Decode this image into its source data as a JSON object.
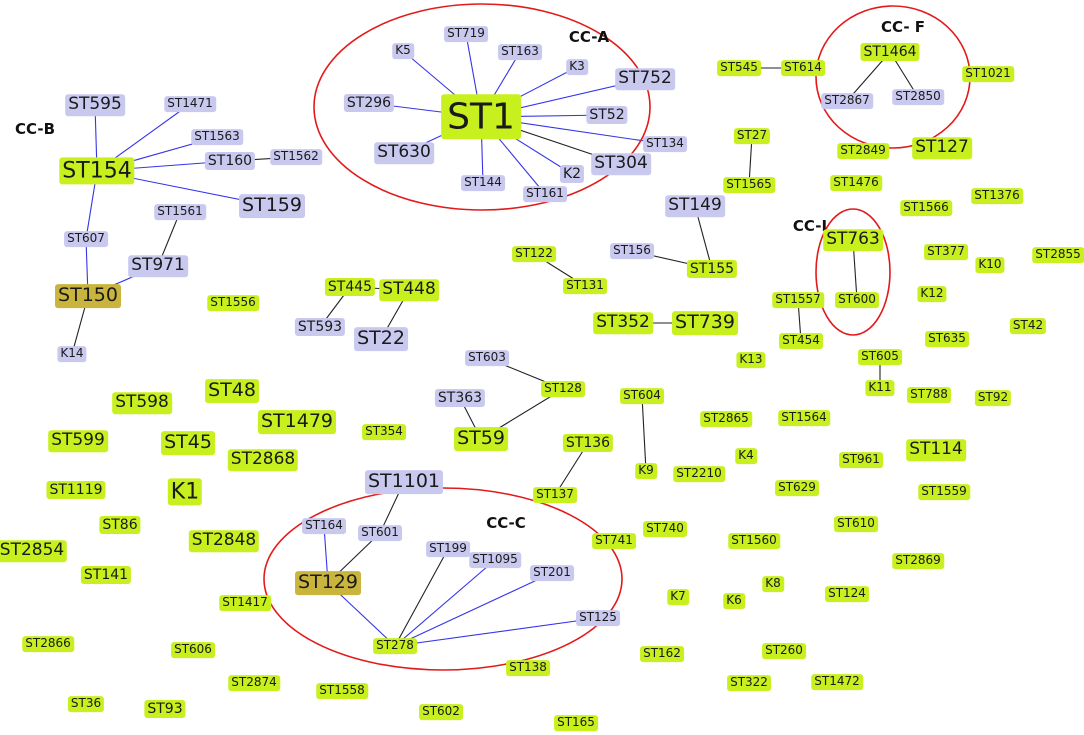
{
  "colors": {
    "founder": "#c8f01e",
    "variant": "#c9c9f0",
    "gold": "#c9b43e",
    "blue_edge": "#3535e8",
    "black_edge": "#222222",
    "cluster": "#e31a1a"
  },
  "clusters": [
    {
      "id": "cc-a",
      "label": "CC-A"
    },
    {
      "id": "cc-b",
      "label": "CC-B"
    },
    {
      "id": "cc-c",
      "label": "CC-C"
    },
    {
      "id": "cc-f",
      "label": "CC- F"
    },
    {
      "id": "cc-i",
      "label": "CC-I"
    }
  ],
  "nodes": [
    {
      "id": "ST1",
      "label": "ST1",
      "color": "founder",
      "size": "xxl"
    },
    {
      "id": "K5",
      "label": "K5",
      "color": "variant",
      "size": "s"
    },
    {
      "id": "ST719",
      "label": "ST719",
      "color": "variant",
      "size": "s"
    },
    {
      "id": "ST163",
      "label": "ST163",
      "color": "variant",
      "size": "s"
    },
    {
      "id": "K3",
      "label": "K3",
      "color": "variant",
      "size": "s"
    },
    {
      "id": "ST752",
      "label": "ST752",
      "color": "variant",
      "size": "l"
    },
    {
      "id": "ST296",
      "label": "ST296",
      "color": "variant",
      "size": "m"
    },
    {
      "id": "ST52",
      "label": "ST52",
      "color": "variant",
      "size": "m"
    },
    {
      "id": "ST134",
      "label": "ST134",
      "color": "variant",
      "size": "s"
    },
    {
      "id": "ST630",
      "label": "ST630",
      "color": "variant",
      "size": "l"
    },
    {
      "id": "ST304",
      "label": "ST304",
      "color": "variant",
      "size": "l"
    },
    {
      "id": "K2",
      "label": "K2",
      "color": "variant",
      "size": "m"
    },
    {
      "id": "ST144",
      "label": "ST144",
      "color": "variant",
      "size": "s"
    },
    {
      "id": "ST161",
      "label": "ST161",
      "color": "variant",
      "size": "s"
    },
    {
      "id": "ST154",
      "label": "ST154",
      "color": "founder",
      "size": "xl"
    },
    {
      "id": "ST595",
      "label": "ST595",
      "color": "variant",
      "size": "l"
    },
    {
      "id": "ST1471",
      "label": "ST1471",
      "color": "variant",
      "size": "s"
    },
    {
      "id": "ST1563",
      "label": "ST1563",
      "color": "variant",
      "size": "s"
    },
    {
      "id": "ST160",
      "label": "ST160",
      "color": "variant",
      "size": "m"
    },
    {
      "id": "ST1562",
      "label": "ST1562",
      "color": "variant",
      "size": "s"
    },
    {
      "id": "ST159",
      "label": "ST159",
      "color": "variant",
      "size": "xl2"
    },
    {
      "id": "ST1561",
      "label": "ST1561",
      "color": "variant",
      "size": "s"
    },
    {
      "id": "ST607",
      "label": "ST607",
      "color": "variant",
      "size": "s"
    },
    {
      "id": "ST971",
      "label": "ST971",
      "color": "variant",
      "size": "l"
    },
    {
      "id": "ST150",
      "label": "ST150",
      "color": "gold",
      "size": "xl2"
    },
    {
      "id": "K14",
      "label": "K14",
      "color": "variant",
      "size": "s"
    },
    {
      "id": "ST1464",
      "label": "ST1464",
      "color": "founder",
      "size": "m"
    },
    {
      "id": "ST2867",
      "label": "ST2867",
      "color": "variant",
      "size": "s"
    },
    {
      "id": "ST2850",
      "label": "ST2850",
      "color": "variant",
      "size": "s"
    },
    {
      "id": "ST763",
      "label": "ST763",
      "color": "founder",
      "size": "l"
    },
    {
      "id": "ST600",
      "label": "ST600",
      "color": "founder",
      "size": "s"
    },
    {
      "id": "ST1101",
      "label": "ST1101",
      "color": "variant",
      "size": "xl2"
    },
    {
      "id": "ST601",
      "label": "ST601",
      "color": "variant",
      "size": "s"
    },
    {
      "id": "ST164",
      "label": "ST164",
      "color": "variant",
      "size": "s"
    },
    {
      "id": "ST129",
      "label": "ST129",
      "color": "gold",
      "size": "xl2"
    },
    {
      "id": "ST199",
      "label": "ST199",
      "color": "variant",
      "size": "s"
    },
    {
      "id": "ST1095",
      "label": "ST1095",
      "color": "variant",
      "size": "s"
    },
    {
      "id": "ST201",
      "label": "ST201",
      "color": "variant",
      "size": "s"
    },
    {
      "id": "ST125",
      "label": "ST125",
      "color": "variant",
      "size": "s"
    },
    {
      "id": "ST278",
      "label": "ST278",
      "color": "founder",
      "size": "s"
    },
    {
      "id": "ST545",
      "label": "ST545",
      "color": "founder",
      "size": "s"
    },
    {
      "id": "ST614",
      "label": "ST614",
      "color": "founder",
      "size": "s"
    },
    {
      "id": "ST1021",
      "label": "ST1021",
      "color": "founder",
      "size": "s"
    },
    {
      "id": "ST27",
      "label": "ST27",
      "color": "founder",
      "size": "s"
    },
    {
      "id": "ST1565",
      "label": "ST1565",
      "color": "founder",
      "size": "s"
    },
    {
      "id": "ST2849",
      "label": "ST2849",
      "color": "founder",
      "size": "s"
    },
    {
      "id": "ST127",
      "label": "ST127",
      "color": "founder",
      "size": "l"
    },
    {
      "id": "ST1476",
      "label": "ST1476",
      "color": "founder",
      "size": "s"
    },
    {
      "id": "ST1376",
      "label": "ST1376",
      "color": "founder",
      "size": "s"
    },
    {
      "id": "ST1566",
      "label": "ST1566",
      "color": "founder",
      "size": "s"
    },
    {
      "id": "ST149",
      "label": "ST149",
      "color": "variant",
      "size": "l"
    },
    {
      "id": "ST156",
      "label": "ST156",
      "color": "variant",
      "size": "s"
    },
    {
      "id": "ST155",
      "label": "ST155",
      "color": "founder",
      "size": "m"
    },
    {
      "id": "ST122",
      "label": "ST122",
      "color": "founder",
      "size": "s"
    },
    {
      "id": "ST131",
      "label": "ST131",
      "color": "founder",
      "size": "s"
    },
    {
      "id": "ST377",
      "label": "ST377",
      "color": "founder",
      "size": "s"
    },
    {
      "id": "K10",
      "label": "K10",
      "color": "founder",
      "size": "s"
    },
    {
      "id": "ST2855",
      "label": "ST2855",
      "color": "founder",
      "size": "s"
    },
    {
      "id": "K12",
      "label": "K12",
      "color": "founder",
      "size": "s"
    },
    {
      "id": "ST1557",
      "label": "ST1557",
      "color": "founder",
      "size": "s"
    },
    {
      "id": "ST454",
      "label": "ST454",
      "color": "founder",
      "size": "s"
    },
    {
      "id": "ST42",
      "label": "ST42",
      "color": "founder",
      "size": "s"
    },
    {
      "id": "ST635",
      "label": "ST635",
      "color": "founder",
      "size": "s"
    },
    {
      "id": "ST445",
      "label": "ST445",
      "color": "founder",
      "size": "m"
    },
    {
      "id": "ST448",
      "label": "ST448",
      "color": "founder",
      "size": "l"
    },
    {
      "id": "ST593",
      "label": "ST593",
      "color": "variant",
      "size": "m"
    },
    {
      "id": "ST22",
      "label": "ST22",
      "color": "variant",
      "size": "xl2"
    },
    {
      "id": "ST1556",
      "label": "ST1556",
      "color": "founder",
      "size": "s"
    },
    {
      "id": "ST352",
      "label": "ST352",
      "color": "founder",
      "size": "l"
    },
    {
      "id": "ST739",
      "label": "ST739",
      "color": "founder",
      "size": "xl2"
    },
    {
      "id": "K13",
      "label": "K13",
      "color": "founder",
      "size": "s"
    },
    {
      "id": "ST605",
      "label": "ST605",
      "color": "founder",
      "size": "s"
    },
    {
      "id": "K11",
      "label": "K11",
      "color": "founder",
      "size": "s"
    },
    {
      "id": "ST603",
      "label": "ST603",
      "color": "variant",
      "size": "s"
    },
    {
      "id": "ST128",
      "label": "ST128",
      "color": "founder",
      "size": "s"
    },
    {
      "id": "ST363",
      "label": "ST363",
      "color": "variant",
      "size": "m"
    },
    {
      "id": "ST59",
      "label": "ST59",
      "color": "founder",
      "size": "xl2"
    },
    {
      "id": "ST604",
      "label": "ST604",
      "color": "founder",
      "size": "s"
    },
    {
      "id": "ST788",
      "label": "ST788",
      "color": "founder",
      "size": "s"
    },
    {
      "id": "ST92",
      "label": "ST92",
      "color": "founder",
      "size": "s"
    },
    {
      "id": "ST2865",
      "label": "ST2865",
      "color": "founder",
      "size": "s"
    },
    {
      "id": "ST1564",
      "label": "ST1564",
      "color": "founder",
      "size": "s"
    },
    {
      "id": "ST48",
      "label": "ST48",
      "color": "founder",
      "size": "xl2"
    },
    {
      "id": "ST598",
      "label": "ST598",
      "color": "founder",
      "size": "l"
    },
    {
      "id": "ST1479",
      "label": "ST1479",
      "color": "founder",
      "size": "xl2"
    },
    {
      "id": "ST354",
      "label": "ST354",
      "color": "founder",
      "size": "s"
    },
    {
      "id": "ST599",
      "label": "ST599",
      "color": "founder",
      "size": "l"
    },
    {
      "id": "ST45",
      "label": "ST45",
      "color": "founder",
      "size": "xl2"
    },
    {
      "id": "ST2868",
      "label": "ST2868",
      "color": "founder",
      "size": "l"
    },
    {
      "id": "ST136",
      "label": "ST136",
      "color": "founder",
      "size": "m"
    },
    {
      "id": "K9",
      "label": "K9",
      "color": "founder",
      "size": "s"
    },
    {
      "id": "ST2210",
      "label": "ST2210",
      "color": "founder",
      "size": "s"
    },
    {
      "id": "K4",
      "label": "K4",
      "color": "founder",
      "size": "s"
    },
    {
      "id": "ST961",
      "label": "ST961",
      "color": "founder",
      "size": "s"
    },
    {
      "id": "ST114",
      "label": "ST114",
      "color": "founder",
      "size": "l"
    },
    {
      "id": "ST1119",
      "label": "ST1119",
      "color": "founder",
      "size": "m"
    },
    {
      "id": "K1",
      "label": "K1",
      "color": "founder",
      "size": "xl"
    },
    {
      "id": "ST137",
      "label": "ST137",
      "color": "founder",
      "size": "s"
    },
    {
      "id": "ST629",
      "label": "ST629",
      "color": "founder",
      "size": "s"
    },
    {
      "id": "ST1559",
      "label": "ST1559",
      "color": "founder",
      "size": "s"
    },
    {
      "id": "ST86",
      "label": "ST86",
      "color": "founder",
      "size": "m"
    },
    {
      "id": "ST740",
      "label": "ST740",
      "color": "founder",
      "size": "s"
    },
    {
      "id": "ST610",
      "label": "ST610",
      "color": "founder",
      "size": "s"
    },
    {
      "id": "ST2854",
      "label": "ST2854",
      "color": "founder",
      "size": "l"
    },
    {
      "id": "ST2848",
      "label": "ST2848",
      "color": "founder",
      "size": "l"
    },
    {
      "id": "ST741",
      "label": "ST741",
      "color": "founder",
      "size": "s"
    },
    {
      "id": "ST1560",
      "label": "ST1560",
      "color": "founder",
      "size": "s"
    },
    {
      "id": "ST2869",
      "label": "ST2869",
      "color": "founder",
      "size": "s"
    },
    {
      "id": "ST141",
      "label": "ST141",
      "color": "founder",
      "size": "m"
    },
    {
      "id": "ST1417",
      "label": "ST1417",
      "color": "founder",
      "size": "s"
    },
    {
      "id": "K8",
      "label": "K8",
      "color": "founder",
      "size": "s"
    },
    {
      "id": "K7",
      "label": "K7",
      "color": "founder",
      "size": "s"
    },
    {
      "id": "K6",
      "label": "K6",
      "color": "founder",
      "size": "s"
    },
    {
      "id": "ST124",
      "label": "ST124",
      "color": "founder",
      "size": "s"
    },
    {
      "id": "ST2866",
      "label": "ST2866",
      "color": "founder",
      "size": "s"
    },
    {
      "id": "ST606",
      "label": "ST606",
      "color": "founder",
      "size": "s"
    },
    {
      "id": "ST138",
      "label": "ST138",
      "color": "founder",
      "size": "s"
    },
    {
      "id": "ST162",
      "label": "ST162",
      "color": "founder",
      "size": "s"
    },
    {
      "id": "ST260",
      "label": "ST260",
      "color": "founder",
      "size": "s"
    },
    {
      "id": "ST2874",
      "label": "ST2874",
      "color": "founder",
      "size": "s"
    },
    {
      "id": "ST1558",
      "label": "ST1558",
      "color": "founder",
      "size": "s"
    },
    {
      "id": "ST322",
      "label": "ST322",
      "color": "founder",
      "size": "s"
    },
    {
      "id": "ST1472",
      "label": "ST1472",
      "color": "founder",
      "size": "s"
    },
    {
      "id": "ST36",
      "label": "ST36",
      "color": "founder",
      "size": "s"
    },
    {
      "id": "ST93",
      "label": "ST93",
      "color": "founder",
      "size": "m"
    },
    {
      "id": "ST602",
      "label": "ST602",
      "color": "founder",
      "size": "s"
    },
    {
      "id": "ST165",
      "label": "ST165",
      "color": "founder",
      "size": "s"
    }
  ],
  "edges": [
    {
      "from": "ST1",
      "to": "K5",
      "color": "blue_edge"
    },
    {
      "from": "ST1",
      "to": "ST719",
      "color": "blue_edge"
    },
    {
      "from": "ST1",
      "to": "ST163",
      "color": "blue_edge"
    },
    {
      "from": "ST1",
      "to": "K3",
      "color": "blue_edge"
    },
    {
      "from": "ST1",
      "to": "ST752",
      "color": "blue_edge"
    },
    {
      "from": "ST1",
      "to": "ST296",
      "color": "blue_edge"
    },
    {
      "from": "ST1",
      "to": "ST52",
      "color": "blue_edge"
    },
    {
      "from": "ST1",
      "to": "ST134",
      "color": "blue_edge"
    },
    {
      "from": "ST1",
      "to": "ST630",
      "color": "blue_edge"
    },
    {
      "from": "ST1",
      "to": "ST304",
      "color": "black_edge"
    },
    {
      "from": "ST1",
      "to": "K2",
      "color": "blue_edge"
    },
    {
      "from": "ST1",
      "to": "ST144",
      "color": "blue_edge"
    },
    {
      "from": "ST1",
      "to": "ST161",
      "color": "blue_edge"
    },
    {
      "from": "ST154",
      "to": "ST595",
      "color": "blue_edge"
    },
    {
      "from": "ST154",
      "to": "ST1471",
      "color": "blue_edge"
    },
    {
      "from": "ST154",
      "to": "ST1563",
      "color": "blue_edge"
    },
    {
      "from": "ST154",
      "to": "ST160",
      "color": "blue_edge"
    },
    {
      "from": "ST160",
      "to": "ST1562",
      "color": "black_edge"
    },
    {
      "from": "ST154",
      "to": "ST159",
      "color": "blue_edge"
    },
    {
      "from": "ST154",
      "to": "ST607",
      "color": "blue_edge"
    },
    {
      "from": "ST607",
      "to": "ST150",
      "color": "blue_edge"
    },
    {
      "from": "ST1561",
      "to": "ST971",
      "color": "black_edge"
    },
    {
      "from": "ST971",
      "to": "ST150",
      "color": "blue_edge"
    },
    {
      "from": "ST150",
      "to": "K14",
      "color": "black_edge"
    },
    {
      "from": "ST1464",
      "to": "ST2867",
      "color": "black_edge"
    },
    {
      "from": "ST1464",
      "to": "ST2850",
      "color": "black_edge"
    },
    {
      "from": "ST763",
      "to": "ST600",
      "color": "black_edge"
    },
    {
      "from": "ST1101",
      "to": "ST601",
      "color": "black_edge"
    },
    {
      "from": "ST601",
      "to": "ST129",
      "color": "black_edge"
    },
    {
      "from": "ST164",
      "to": "ST129",
      "color": "blue_edge"
    },
    {
      "from": "ST129",
      "to": "ST278",
      "color": "blue_edge"
    },
    {
      "from": "ST199",
      "to": "ST278",
      "color": "black_edge"
    },
    {
      "from": "ST1095",
      "to": "ST278",
      "color": "blue_edge"
    },
    {
      "from": "ST201",
      "to": "ST278",
      "color": "blue_edge"
    },
    {
      "from": "ST125",
      "to": "ST278",
      "color": "blue_edge"
    },
    {
      "from": "ST545",
      "to": "ST614",
      "color": "black_edge"
    },
    {
      "from": "ST27",
      "to": "ST1565",
      "color": "black_edge"
    },
    {
      "from": "ST149",
      "to": "ST155",
      "color": "black_edge"
    },
    {
      "from": "ST156",
      "to": "ST155",
      "color": "black_edge"
    },
    {
      "from": "ST122",
      "to": "ST131",
      "color": "black_edge"
    },
    {
      "from": "ST1557",
      "to": "ST454",
      "color": "black_edge"
    },
    {
      "from": "ST445",
      "to": "ST448",
      "color": "black_edge"
    },
    {
      "from": "ST445",
      "to": "ST593",
      "color": "black_edge"
    },
    {
      "from": "ST448",
      "to": "ST22",
      "color": "black_edge"
    },
    {
      "from": "ST352",
      "to": "ST739",
      "color": "black_edge"
    },
    {
      "from": "ST605",
      "to": "K11",
      "color": "black_edge"
    },
    {
      "from": "ST603",
      "to": "ST128",
      "color": "black_edge"
    },
    {
      "from": "ST128",
      "to": "ST59",
      "color": "black_edge"
    },
    {
      "from": "ST363",
      "to": "ST59",
      "color": "black_edge"
    },
    {
      "from": "ST604",
      "to": "K9",
      "color": "black_edge"
    },
    {
      "from": "ST136",
      "to": "ST137",
      "color": "black_edge"
    }
  ]
}
